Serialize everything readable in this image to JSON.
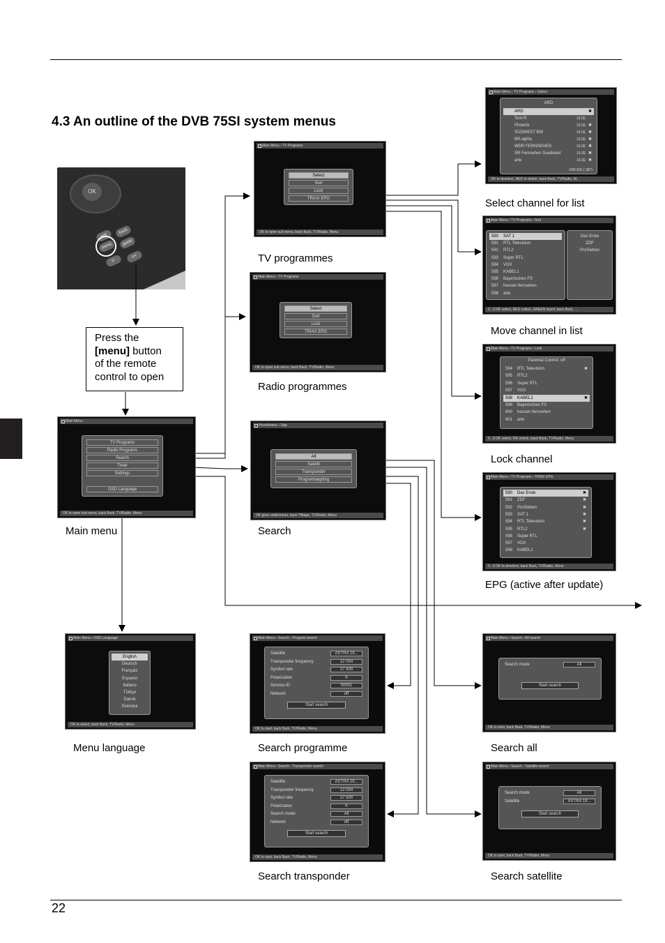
{
  "page": {
    "section_title": "4.3 An outline of the DVB 75SI system menus",
    "page_number": "22"
  },
  "remote": {
    "ok_label": "OK",
    "menu_label": "menu",
    "exit_label": "exit",
    "back_label": "back",
    "guide_label": "guide",
    "vol_minus": "V-",
    "vol_plus": "V+"
  },
  "callout": {
    "line1": "Press the",
    "bold": "[menu]",
    "line2": " button",
    "line3": "of the remote",
    "line4": "control to open"
  },
  "captions": {
    "main_menu": "Main menu",
    "tv_programmes": "TV programmes",
    "radio_programmes": "Radio programmes",
    "search": "Search",
    "select_channel": "Select channel for list",
    "move_channel": "Move channel in list",
    "lock_channel": "Lock channel",
    "epg": "EPG (active after update)",
    "menu_language": "Menu language",
    "search_programme": "Search programme",
    "search_transponder": "Search transponder",
    "search_all": "Search all",
    "search_satellite": "Search satellite"
  },
  "screens": {
    "main_menu": {
      "header": "Main Menu",
      "items": [
        "TV Programs",
        "Radio Programs",
        "Search",
        "Timer",
        "Settings"
      ],
      "osd": "OSD Language",
      "footer": "OK to open sub menu, back Back, TV/Radio, Menu"
    },
    "tv_programmes": {
      "header": "Main Menu › TV Programs",
      "items": [
        "Select",
        "Sort",
        "Lock",
        "TRIAX EPG"
      ],
      "footer": "OK to open sub menu, back Back, TV/Radio, Menu"
    },
    "radio_programmes": {
      "header": "Main Menu › TV Programs",
      "items": [
        "Select",
        "Sort",
        "Lock",
        "TRIAX EPG"
      ],
      "footer": "OK to open sub menu, back Back, TV/Radio, Menu"
    },
    "search": {
      "header": "Hovedmenu › Søg",
      "items": [
        "Alt",
        "Satellit",
        "Transponder",
        "Programsøgning"
      ],
      "footer": "OK giver undermenu, back Tilbage, TV/Radio, Menu"
    },
    "select_channel": {
      "header": "Main Menu › TV Programs › Select",
      "title": "ARD",
      "rows": [
        {
          "t": "ARD",
          "f": "",
          "x": "✖"
        },
        {
          "t": "Test-R",
          "f": "19.2E",
          "x": ""
        },
        {
          "t": "Phoenix",
          "f": "19.2E",
          "x": "✖"
        },
        {
          "t": "SÜDWEST BW",
          "f": "19.2E",
          "x": "✖"
        },
        {
          "t": "BR-alpha",
          "f": "19.2E",
          "x": "✖"
        },
        {
          "t": "WDR FERNSEHEN",
          "f": "19.2E",
          "x": "✖"
        },
        {
          "t": "SR Fernsehen Suedwest",
          "f": "19.2E",
          "x": "✖"
        },
        {
          "t": "arte",
          "f": "19.2E",
          "x": "✖"
        }
      ],
      "count": "249/ 602 ( 387)",
      "footer": "OK to deselect, RED to delete, back Back, TV/Radio, M..."
    },
    "move_channel": {
      "header": "Main Menu › TV Programs › Sort",
      "rows": [
        {
          "n": "590",
          "t": "SAT 1"
        },
        {
          "n": "591",
          "t": "RTL Television"
        },
        {
          "n": "592",
          "t": "RTL2"
        },
        {
          "n": "593",
          "t": "Super RTL"
        },
        {
          "n": "594",
          "t": "VOX"
        },
        {
          "n": "595",
          "t": "KABEL1"
        },
        {
          "n": "596",
          "t": "Bayerisches FS"
        },
        {
          "n": "597",
          "t": "hessen fernsehen"
        },
        {
          "n": "598",
          "t": "arte"
        }
      ],
      "right": [
        "Das Erste",
        "ZDF",
        "ProSieben"
      ],
      "footer": "0...9 OK select, RED collect, GREEN insert, back Back, ..."
    },
    "lock_channel": {
      "header": "Main Menu › TV Programs › Lock",
      "title": "Parental Control: off",
      "rows": [
        {
          "n": "594",
          "t": "RTL Television",
          "x": "✖"
        },
        {
          "n": "595",
          "t": "RTL2",
          "x": ""
        },
        {
          "n": "596",
          "t": "Super RTL",
          "x": ""
        },
        {
          "n": "597",
          "t": "VOX",
          "x": ""
        },
        {
          "n": "598",
          "t": "KABEL1",
          "x": "✖"
        },
        {
          "n": "599",
          "t": "Bayerisches FS",
          "x": ""
        },
        {
          "n": "600",
          "t": "hessen fernsehen",
          "x": ""
        },
        {
          "n": "601",
          "t": "arte",
          "x": ""
        }
      ],
      "footer": "0...9 OK select, OK unlock, back Back, TV/Radio, Menu"
    },
    "epg": {
      "header": "Main Menu › TV Programs › TRIAX EPG",
      "rows": [
        {
          "n": "590",
          "t": "Das Erste",
          "x": "✖"
        },
        {
          "n": "591",
          "t": "ZDF",
          "x": "✖"
        },
        {
          "n": "592",
          "t": "ProSieben",
          "x": "✖"
        },
        {
          "n": "593",
          "t": "SAT 1",
          "x": "✖"
        },
        {
          "n": "594",
          "t": "RTL Television",
          "x": "✖"
        },
        {
          "n": "595",
          "t": "RTL2",
          "x": "✖"
        },
        {
          "n": "596",
          "t": "Super RTL",
          "x": ""
        },
        {
          "n": "597",
          "t": "VOX",
          "x": ""
        },
        {
          "n": "598",
          "t": "KABEL1",
          "x": ""
        }
      ],
      "footer": "0...9 OK to deselect, back Back, TV/Radio, Menu"
    },
    "menu_language": {
      "header": "Main Menu › OSD Language",
      "items": [
        "English",
        "Deutsch",
        "Français",
        "Espanol",
        "Italiano",
        "Türkçe",
        "Dansk",
        "Svenska"
      ],
      "footer": "OK to select, back Back, TV/Radio, Menu"
    },
    "search_programme": {
      "header": "Main Menu › Search › Program search",
      "rows": [
        {
          "l": "Satellite",
          "v": "ASTRA 19..."
        },
        {
          "l": "Transponder frequency",
          "v": "12 054"
        },
        {
          "l": "Symbol rate",
          "v": "27 500"
        },
        {
          "l": "Polarization",
          "v": "h"
        },
        {
          "l": "Service-ID",
          "v": "00001"
        },
        {
          "l": "Network",
          "v": "off"
        }
      ],
      "button": "Start search",
      "footer": "OK to start, back Back, TV/Radio, Menu"
    },
    "search_transponder": {
      "header": "Main Menu › Search › Transponder search",
      "rows": [
        {
          "l": "Satellite",
          "v": "ASTRA 19..."
        },
        {
          "l": "Transponder frequency",
          "v": "12 054"
        },
        {
          "l": "Symbol rate",
          "v": "27 500"
        },
        {
          "l": "Polarization",
          "v": "h"
        },
        {
          "l": "Search mode",
          "v": "All"
        },
        {
          "l": "Network",
          "v": "off"
        }
      ],
      "button": "Start search",
      "footer": "OK to start, back Back, TV/Radio, Menu"
    },
    "search_all": {
      "header": "Main Menu › Search › All search",
      "rows": [
        {
          "l": "Search mode",
          "v": "All"
        }
      ],
      "button": "Start search",
      "footer": "OK to start, back Back, TV/Radio, Menu"
    },
    "search_satellite": {
      "header": "Main Menu › Search › Satellite search",
      "rows": [
        {
          "l": "Search mode",
          "v": "All"
        },
        {
          "l": "Satellite",
          "v": "ASTRA 19..."
        }
      ],
      "button": "Start search",
      "footer": "OK to start, back Back, TV/Radio, Menu"
    }
  }
}
